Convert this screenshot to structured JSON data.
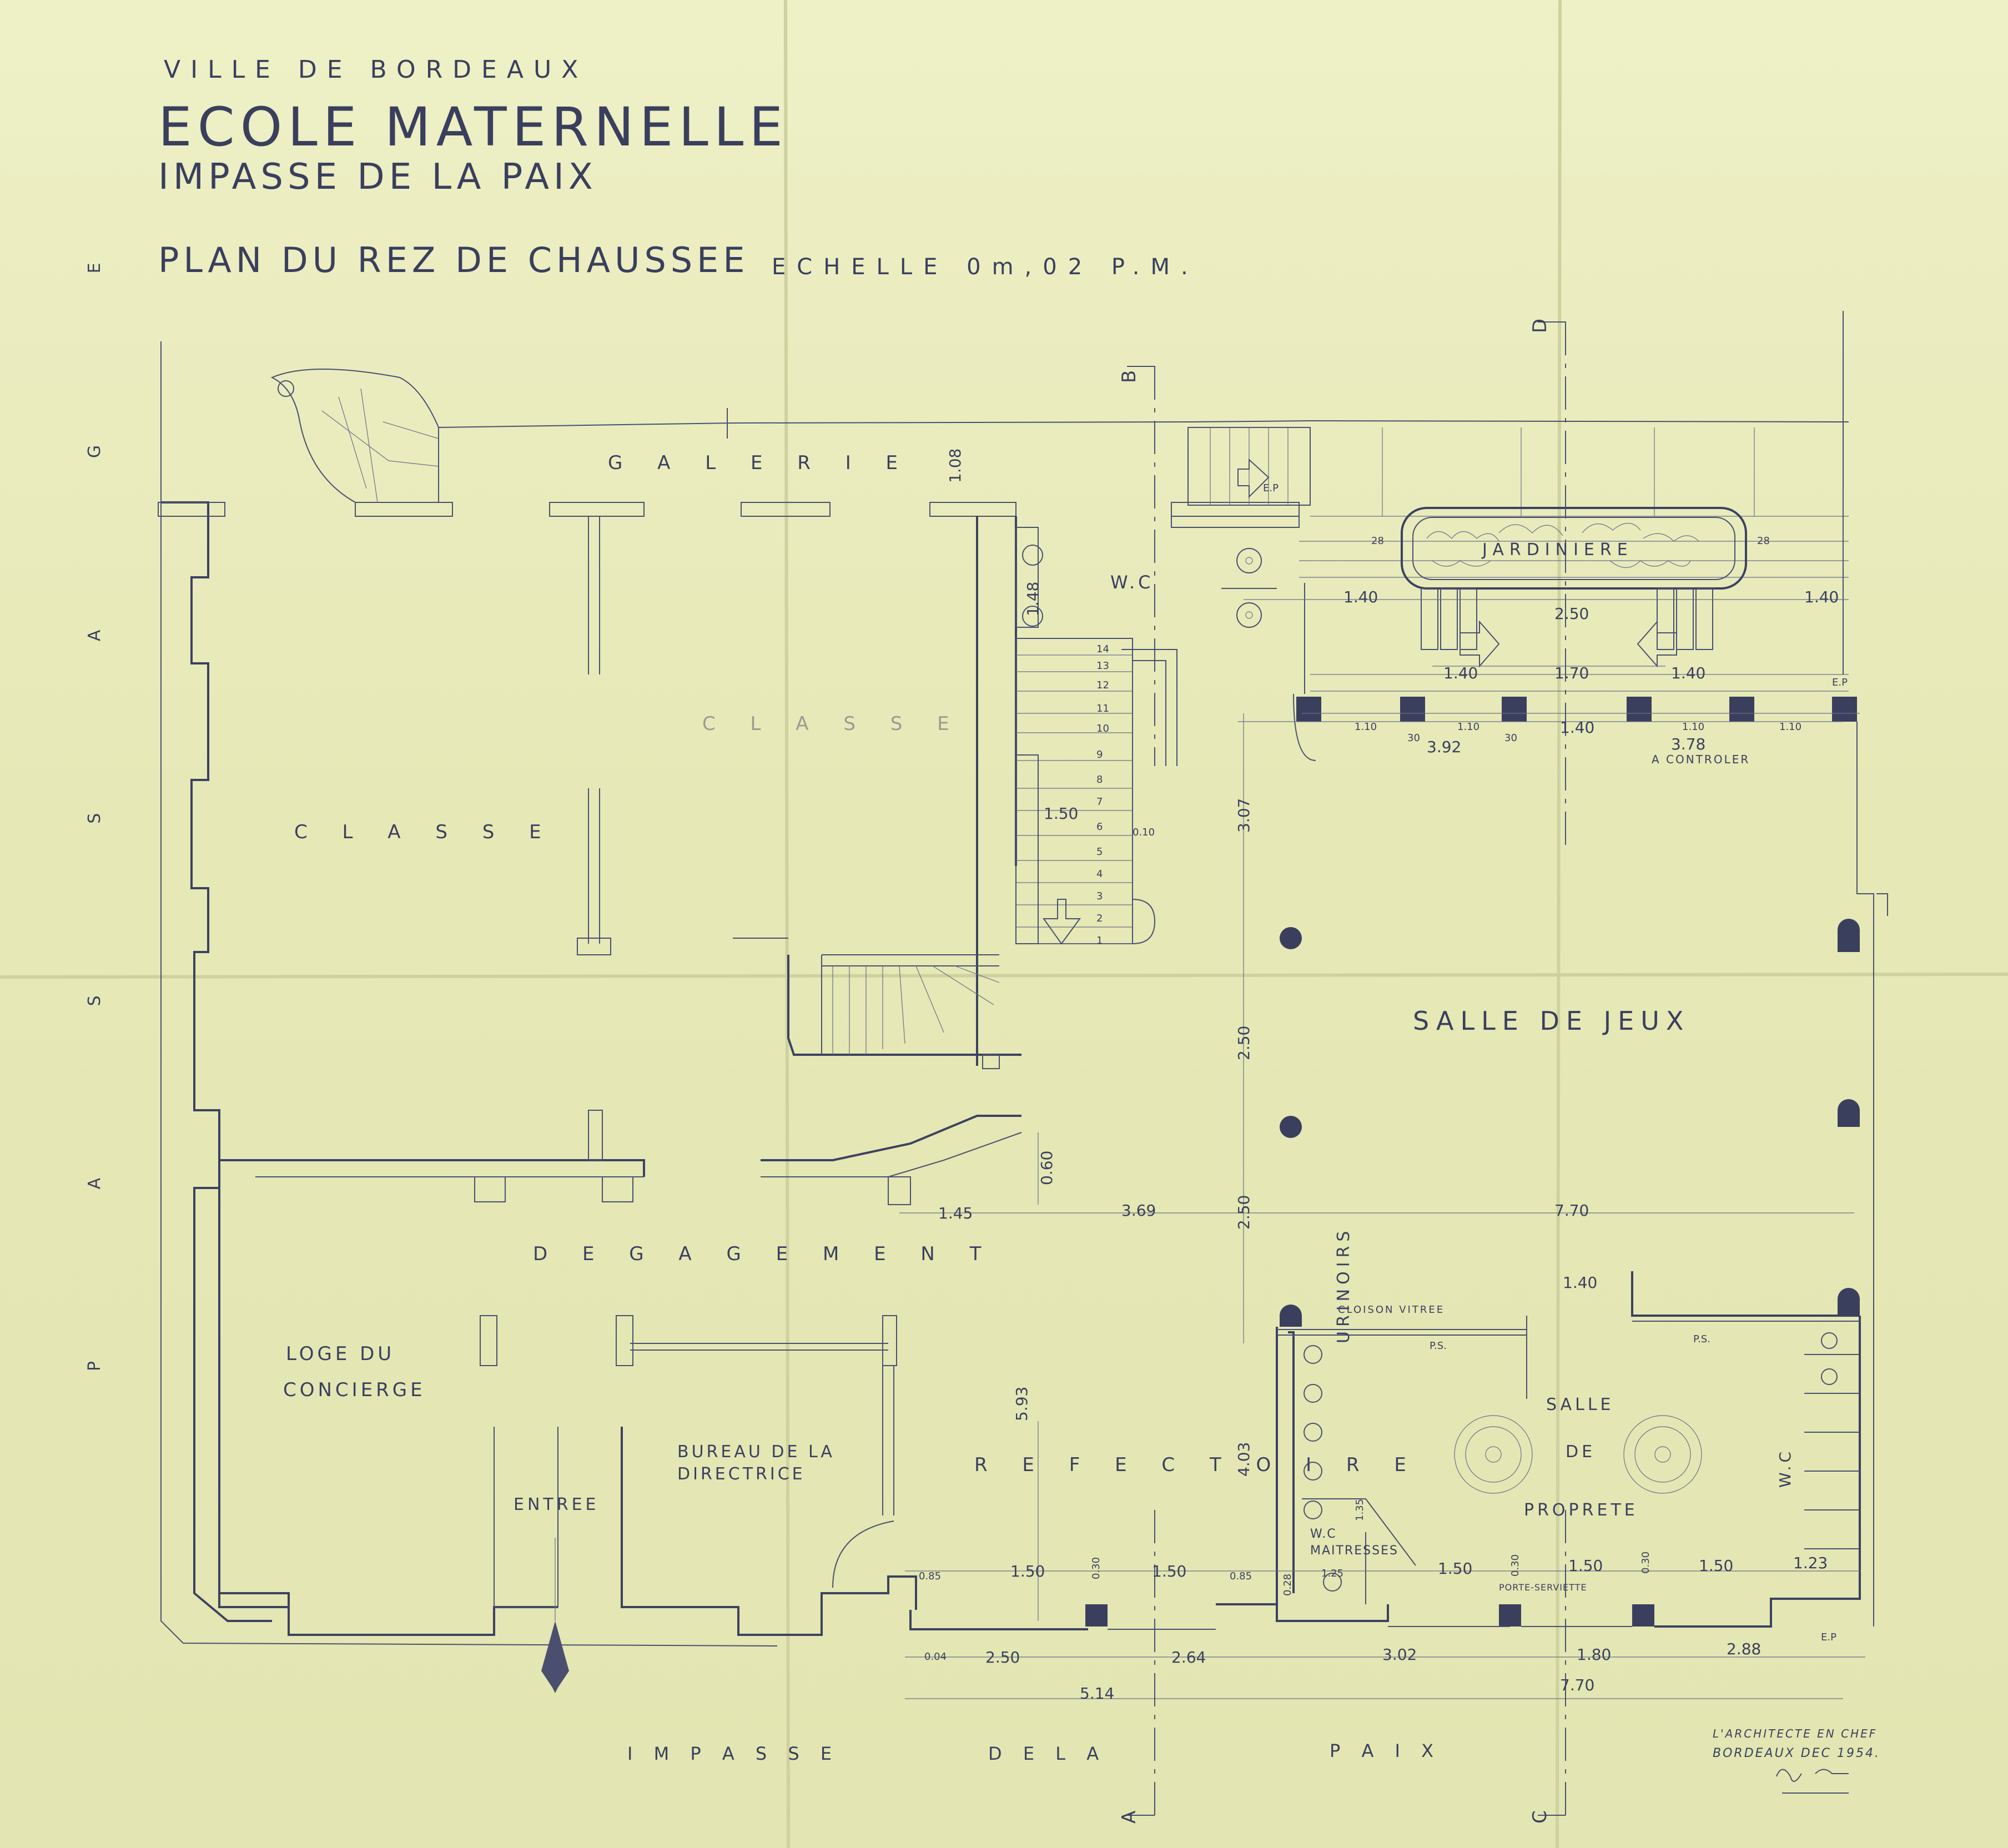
{
  "header": {
    "city": "VILLE DE BORDEAUX",
    "school": "ECOLE MATERNELLE",
    "street": "IMPASSE DE LA PAIX",
    "plan": "PLAN DU REZ DE CHAUSSEE",
    "scale": "ECHELLE 0m,02 P.M."
  },
  "rooms": {
    "galerie": "G A L E R I E",
    "classe_upper": "C L A S S E",
    "classe_left": "C L A S S E",
    "wc_top": "W.C",
    "jardiniere": "JARDINIERE",
    "salle_de_jeux": "SALLE DE JEUX",
    "degagement": "D E G A G E M E N T",
    "loge_1": "LOGE DU",
    "loge_2": "CONCIERGE",
    "entree": "ENTREE",
    "bureau_1": "BUREAU DE LA",
    "bureau_2": "DIRECTRICE",
    "refectoire": "R E F E C T O I R E",
    "urinoirs": "URINOIRS",
    "cloison": "CLOISON VITREE",
    "ps1": "P.S.",
    "ps2": "P.S.",
    "wc_maitresses_1": "W.C",
    "wc_maitresses_2": "MAITRESSES",
    "salle": "SALLE",
    "de": "DE",
    "proprete": "PROPRETE",
    "wc_right": "W.C",
    "porte_serviette": "PORTE-SERVIETTE",
    "a_controler": "A CONTROLER",
    "passage": "P A S S A G E",
    "impasse": "I M P A S S E",
    "de_la": "D E   L A",
    "paix": "P A I X"
  },
  "sections": {
    "a": "A",
    "b": "B",
    "c": "C",
    "d": "D"
  },
  "dimensions": {
    "d108": "1.08",
    "d148": "1.48",
    "d150_stair": "1.50",
    "d010": "0.10",
    "d307": "3.07",
    "d250_a": "2.50",
    "d250_b": "2.50",
    "d060": "0.60",
    "d145": "1.45",
    "d369": "3.69",
    "d770_a": "7.70",
    "d593": "5.93",
    "d403": "4.03",
    "d140_a": "1.40",
    "d140_b": "1.40",
    "d140_c": "1.40",
    "d140_d": "1.40",
    "d140_e": "1.40",
    "d140_f": "1.40",
    "d250_c": "2.50",
    "d170": "1.70",
    "d110_a": "1.10",
    "d110_b": "1.10",
    "d110_c": "1.10",
    "d110_d": "1.10",
    "d392": "3.92",
    "d378": "3.78",
    "d30_a": "30",
    "d30_b": "30",
    "d085_a": "0.85",
    "d150_a": "1.50",
    "d030_a": "0.30",
    "d150_b": "1.50",
    "d085_b": "0.85",
    "d028": "0.28",
    "d125": "1.25",
    "d150_c": "1.50",
    "d030_b": "0.30",
    "d150_d": "1.50",
    "d030_c": "0.30",
    "d150_e": "1.50",
    "d123": "1.23",
    "d004": "0.04",
    "d250_d": "2.50",
    "d264": "2.64",
    "d302": "3.02",
    "d180": "1.80",
    "d288": "2.88",
    "d514": "5.14",
    "d770_b": "7.70",
    "ep": "E.P",
    "ep2": "E.P",
    "ep3": "E.P",
    "d028_b": "28",
    "d135": "1.35"
  },
  "stair_numbers": [
    "1",
    "2",
    "3",
    "4",
    "5",
    "6",
    "7",
    "8",
    "9",
    "10",
    "11",
    "12",
    "13",
    "14"
  ],
  "signature": {
    "line1": "L'ARCHITECTE EN CHEF",
    "line2": "BORDEAUX DEC 1954."
  }
}
